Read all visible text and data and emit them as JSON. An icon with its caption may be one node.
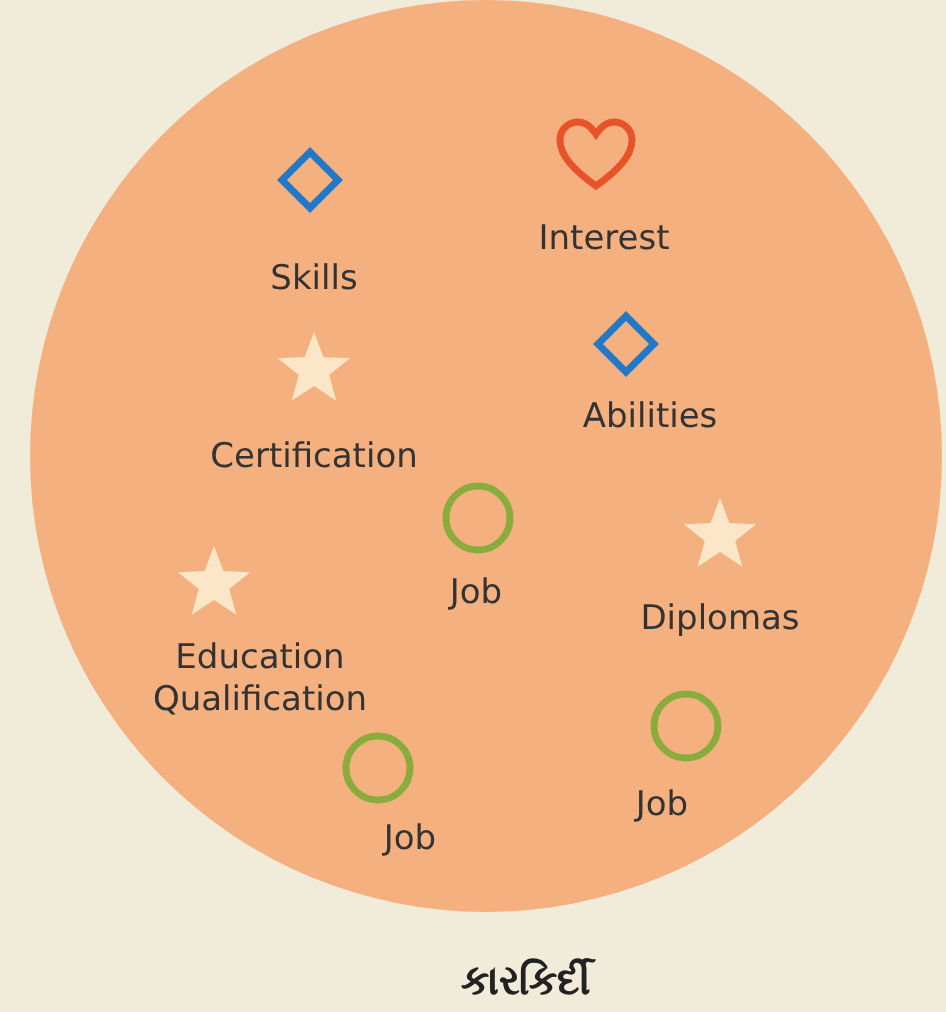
{
  "diagram": {
    "nodes": [
      {
        "text": [],
        "shape": "circle",
        "beside": [
          "કારકિર્દી"
        ]
      }
    ],
    "labels": [
      "Interest",
      "Skills",
      "Abilities",
      "Certification",
      "Job",
      "Diplomas",
      "Education Qualification",
      "Job",
      "Job"
    ]
  }
}
